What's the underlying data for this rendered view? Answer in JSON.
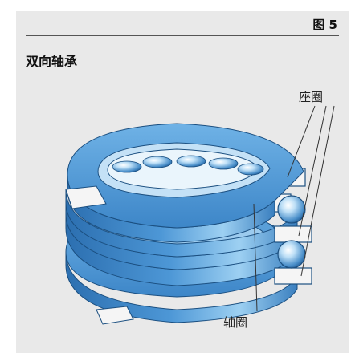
{
  "figure": {
    "number": "图 5",
    "caption": "双向轴承"
  },
  "labels": {
    "housing_washer": "座圈",
    "shaft_washer": "轴圈"
  },
  "colors": {
    "panel_background": "#e9e9e9",
    "ring_blue": "#3a85c6",
    "ring_blue_light": "#8cc4ec",
    "ring_blue_dark": "#1f5f98",
    "cage_white": "#f3f3f3",
    "ball_highlight": "#ffffff"
  }
}
